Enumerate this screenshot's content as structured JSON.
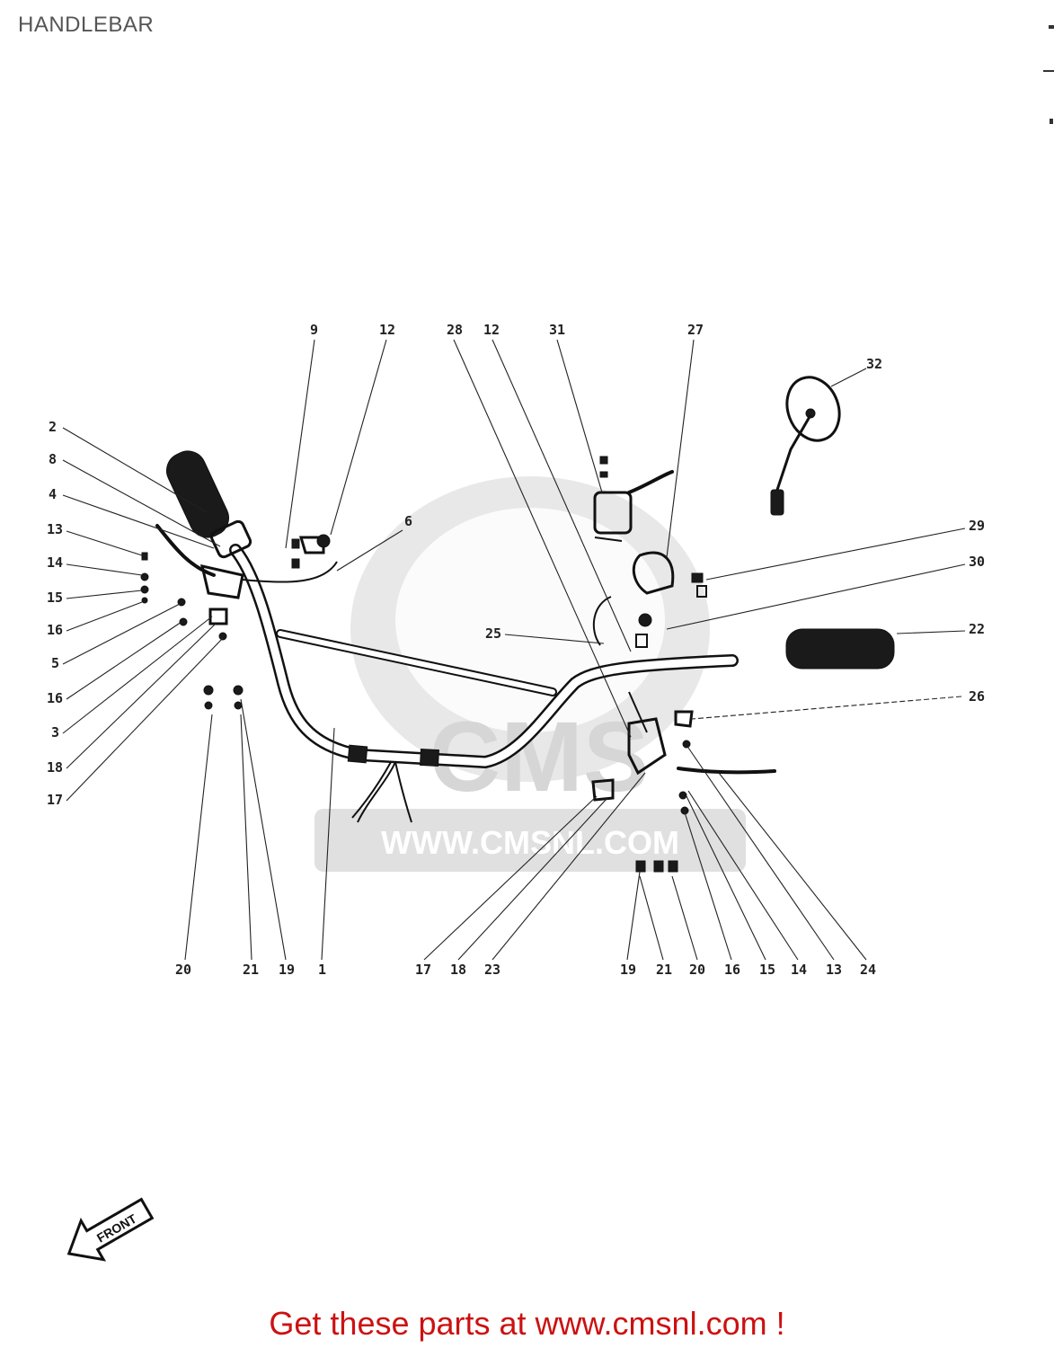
{
  "header": {
    "title": "HANDLEBAR"
  },
  "diagram": {
    "watermark_text": "WWW.CMSNL.COM",
    "watermark_logo_text": "CMS",
    "front_label": "FRONT",
    "callouts": [
      "9",
      "12",
      "28",
      "12",
      "31",
      "27",
      "32",
      "2",
      "8",
      "4",
      "13",
      "14",
      "15",
      "16",
      "5",
      "16",
      "3",
      "18",
      "17",
      "6",
      "29",
      "30",
      "25",
      "22",
      "26",
      "20",
      "21",
      "19",
      "1",
      "17",
      "18",
      "23",
      "19",
      "21",
      "20",
      "16",
      "15",
      "14",
      "13",
      "24"
    ]
  },
  "footer": {
    "link_text": "Get these parts at www.cmsnl.com !"
  },
  "colors": {
    "link": "#cc1111",
    "title": "#555555",
    "watermark": "#d6d6d6"
  }
}
